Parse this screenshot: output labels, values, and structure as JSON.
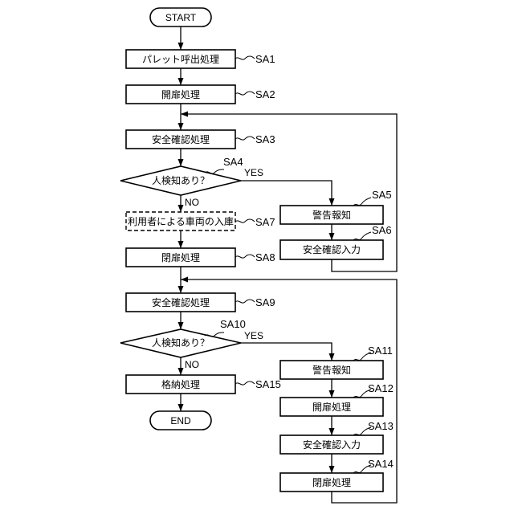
{
  "start": "START",
  "end": "END",
  "steps": {
    "sa1": "パレット呼出処理",
    "sa2": "開扉処理",
    "sa3": "安全確認処理",
    "sa4": "人検知あり？",
    "sa5": "警告報知",
    "sa6": "安全確認入力",
    "sa7": "利用者による車両の入庫",
    "sa8": "閉扉処理",
    "sa9": "安全確認処理",
    "sa10": "人検知あり？",
    "sa11": "警告報知",
    "sa12": "開扉処理",
    "sa13": "安全確認入力",
    "sa14": "閉扉処理",
    "sa15": "格納処理"
  },
  "tags": {
    "sa1": "SA1",
    "sa2": "SA2",
    "sa3": "SA3",
    "sa4": "SA4",
    "sa5": "SA5",
    "sa6": "SA6",
    "sa7": "SA7",
    "sa8": "SA8",
    "sa9": "SA9",
    "sa10": "SA10",
    "sa11": "SA11",
    "sa12": "SA12",
    "sa13": "SA13",
    "sa14": "SA14",
    "sa15": "SA15"
  },
  "branch": {
    "yes": "YES",
    "no": "NO"
  }
}
